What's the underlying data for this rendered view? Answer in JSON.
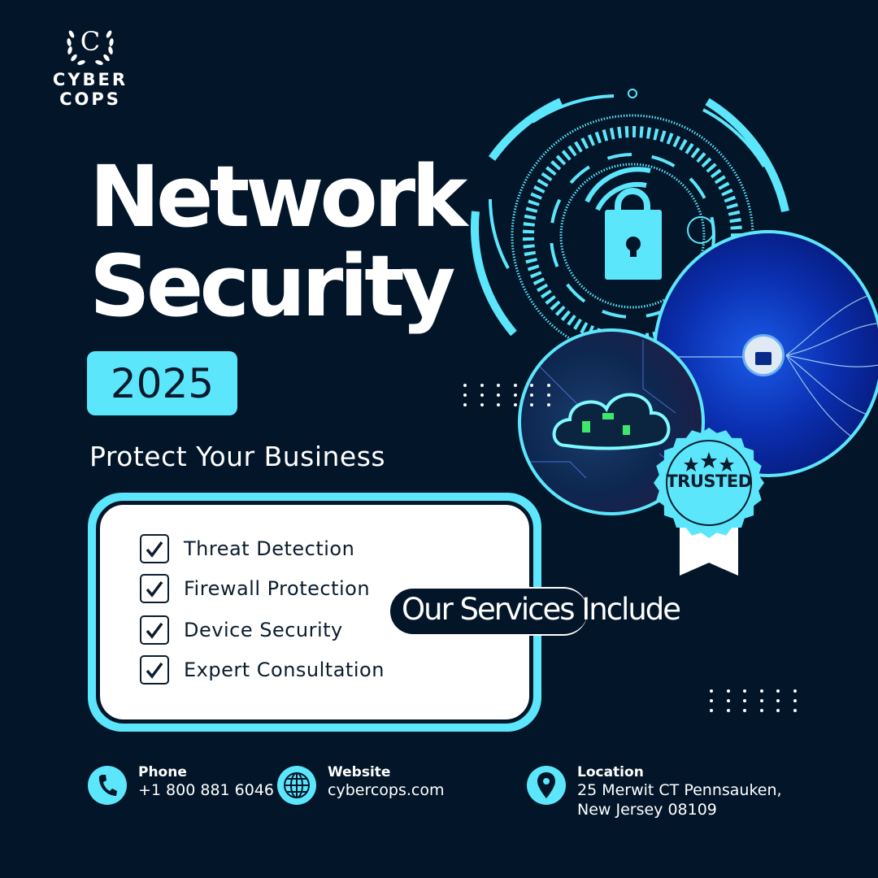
{
  "brand": {
    "logo_letter": "C",
    "name": "CYBER COPS"
  },
  "headline": {
    "line1": "Network",
    "line2": "Security"
  },
  "year": "2025",
  "tagline": "Protect Your Business",
  "services": {
    "heading": "Our Services Include",
    "items": [
      "Threat Detection",
      "Firewall Protection",
      "Device Security",
      "Expert Consultation"
    ]
  },
  "badge": {
    "label": "TRUSTED",
    "stars": 3
  },
  "contacts": [
    {
      "icon": "phone-icon",
      "label": "Phone",
      "value": "+1 800 881 6046"
    },
    {
      "icon": "globe-icon",
      "label": "Website",
      "value": "cybercops.com"
    },
    {
      "icon": "location-pin-icon",
      "label": "Location",
      "value": "25 Merwit CT Pennsauken,",
      "value2": "New Jersey 08109"
    }
  ],
  "colors": {
    "background": "#031629",
    "accent": "#5ce6fc",
    "white": "#ffffff"
  }
}
